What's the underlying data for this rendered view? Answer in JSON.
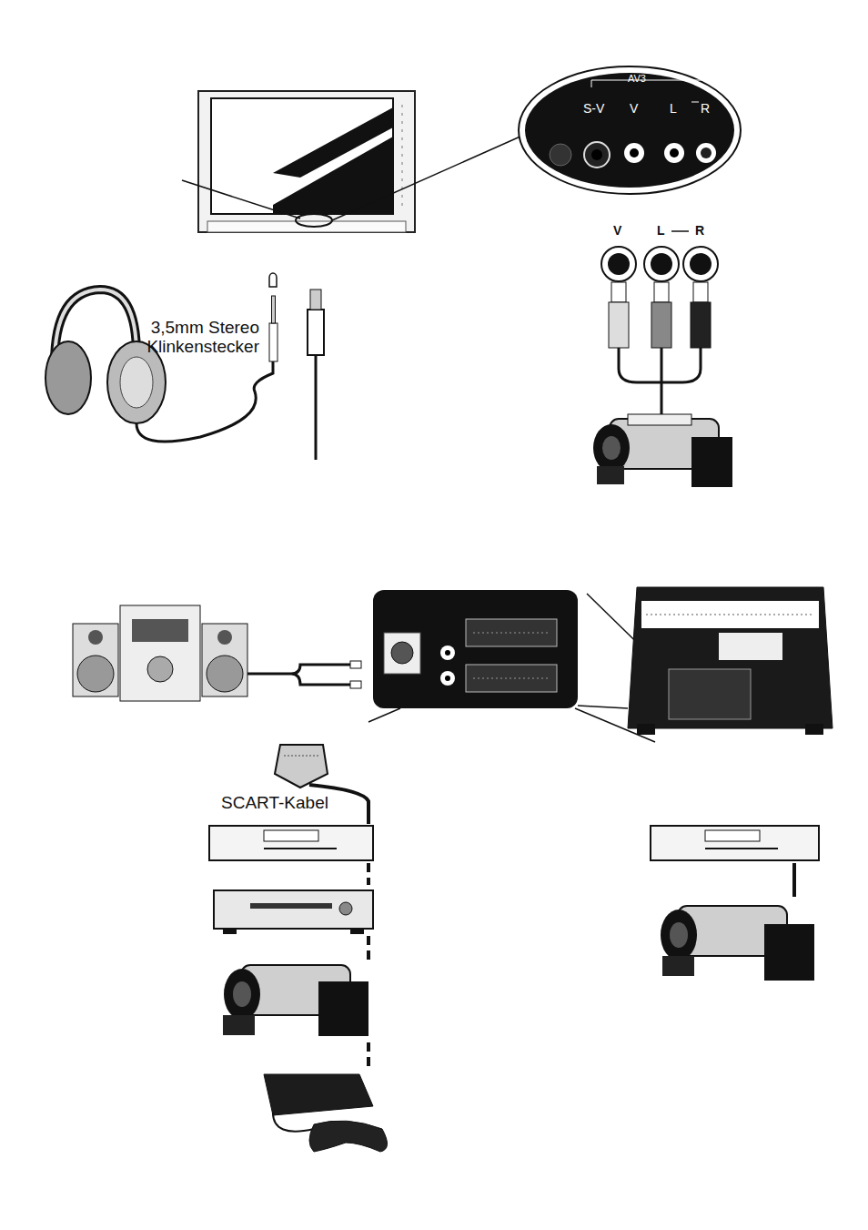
{
  "diagram": {
    "labels": [
      "AV3",
      "S-V",
      "V",
      "L",
      "R",
      "V",
      "L",
      "R",
      "3,5mm Stereo Klinkenstecker",
      "SCART-Kabel"
    ]
  }
}
